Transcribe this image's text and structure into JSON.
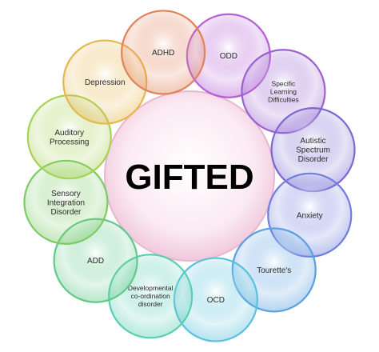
{
  "center": {
    "label": "GIFTED"
  },
  "circles": [
    {
      "lines": [
        "ODD"
      ],
      "color": "#b45fd6"
    },
    {
      "lines": [
        "Specific",
        "Learning",
        "Difficulties"
      ],
      "color": "#9b62cf"
    },
    {
      "lines": [
        "Autistic",
        "Spectrum",
        "Disorder"
      ],
      "color": "#7a6ad0"
    },
    {
      "lines": [
        "Anxiety"
      ],
      "color": "#6f7fdb"
    },
    {
      "lines": [
        "Tourette's"
      ],
      "color": "#5aa0e0"
    },
    {
      "lines": [
        "OCD"
      ],
      "color": "#5cc2dc"
    },
    {
      "lines": [
        "Developmental",
        "co-ordination",
        "disorder"
      ],
      "color": "#5ccfb3"
    },
    {
      "lines": [
        "ADD"
      ],
      "color": "#62c98a"
    },
    {
      "lines": [
        "Sensory",
        "Integration",
        "Disorder"
      ],
      "color": "#7ccb67"
    },
    {
      "lines": [
        "Auditory",
        "Processing"
      ],
      "color": "#a6d255"
    },
    {
      "lines": [
        "Depression"
      ],
      "color": "#e6b74f"
    },
    {
      "lines": [
        "ADHD"
      ],
      "color": "#e2825a"
    }
  ]
}
